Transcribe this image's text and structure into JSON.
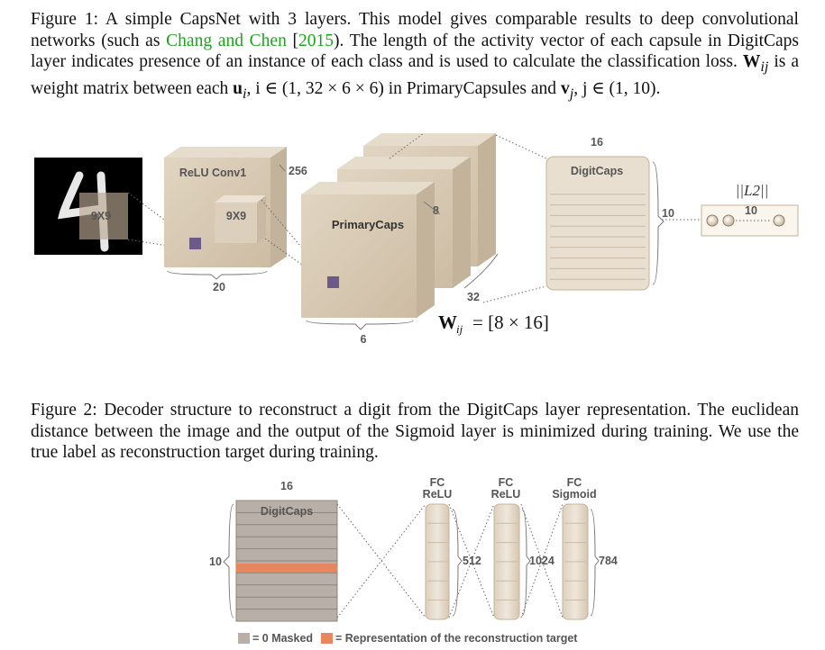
{
  "figure1": {
    "caption_label": "Figure 1:",
    "caption_a": "A simple CapsNet with 3 layers. This model gives comparable results to deep convolutional networks (such as",
    "citation": "Chang and Chen",
    "citation_year": "2015",
    "caption_b": "). The length of the activity vector of each capsule in DigitCaps layer indicates presence of an instance of each class and is used to calculate the classification loss.",
    "caption_w": "W",
    "caption_w_sub": "ij",
    "caption_c": "is a weight matrix between each",
    "caption_u": "u",
    "caption_u_sub": "i",
    "caption_d": ", i ∈ (1, 32 × 6 × 6) in PrimaryCapsules and",
    "caption_v": "v",
    "caption_v_sub": "j",
    "caption_e": ", j ∈ (1, 10).",
    "diagram": {
      "input_kernel": "9X9",
      "conv_label": "ReLU Conv1",
      "conv_depth": "256",
      "conv_kernel": "9X9",
      "conv_size": "20",
      "primary_label": "PrimaryCaps",
      "primary_depth": "8",
      "primary_count": "32",
      "primary_size": "6",
      "digit_label": "DigitCaps",
      "digit_dim": "16",
      "digit_count": "10",
      "norm_label": "||L2||",
      "norm_count": "10",
      "weight_label": "W",
      "weight_sub": "ij",
      "weight_value": "= [8 × 16]"
    }
  },
  "figure2": {
    "caption_label": "Figure 2:",
    "caption": "Decoder structure to reconstruct a digit from the DigitCaps layer representation. The euclidean distance between the image and the output of the Sigmoid layer is minimized during training. We use the true label as reconstruction target during training.",
    "diagram": {
      "digit_dim": "16",
      "digit_label": "DigitCaps",
      "digit_count": "10",
      "fc1_label_1": "FC",
      "fc1_label_2": "ReLU",
      "fc1_size": "512",
      "fc2_label_1": "FC",
      "fc2_label_2": "ReLU",
      "fc2_size": "1024",
      "fc3_label_1": "FC",
      "fc3_label_2": "Sigmoid",
      "fc3_size": "784",
      "legend_masked": "= 0 Masked",
      "legend_target": "= Representation of the reconstruction target"
    }
  },
  "colors": {
    "box_front": "#d9cbb6",
    "box_top": "#e6dccc",
    "box_side": "#c4b39b",
    "purple": "#6b5a8a",
    "gray_masked": "#b8b0a8",
    "target_orange": "#e8875f",
    "citation_green": "#1aa51a"
  }
}
